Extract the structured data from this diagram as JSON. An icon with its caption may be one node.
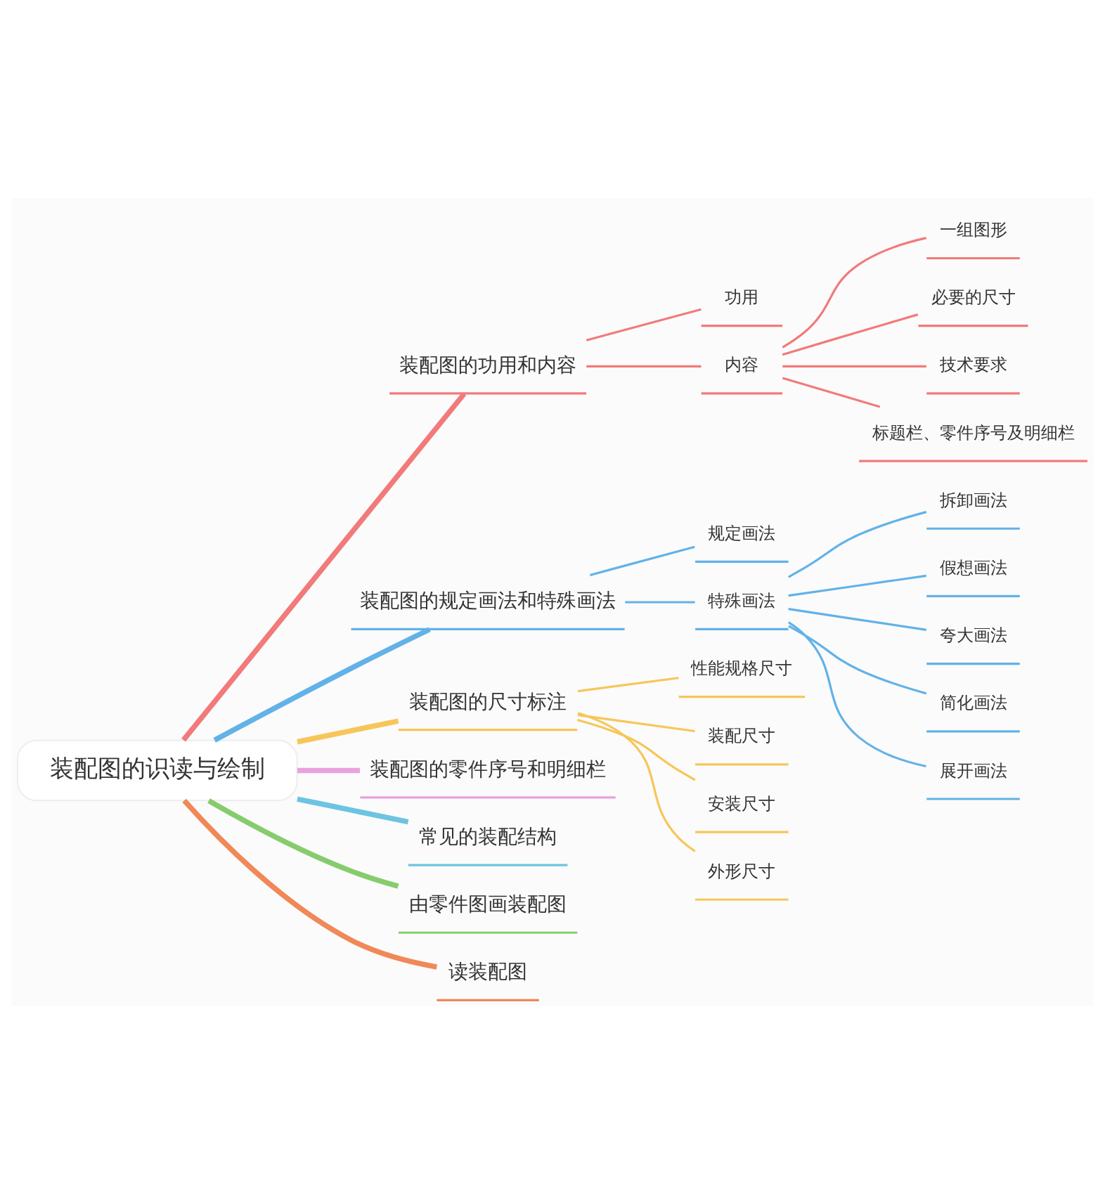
{
  "diagram": {
    "nodes": [
      {
        "text": [
          "装配图的识读与绘制"
        ]
      },
      {
        "text": [
          "装配图的功用和内容"
        ]
      },
      {
        "text": [
          "功用"
        ]
      },
      {
        "text": [
          "内容"
        ]
      },
      {
        "text": [
          "一组图形"
        ]
      },
      {
        "text": [
          "必要的尺寸"
        ]
      },
      {
        "text": [
          "技术要求"
        ]
      },
      {
        "text": [
          "标题栏、零件序号及明细栏"
        ]
      },
      {
        "text": [
          "装配图的规定画法和特殊画法"
        ]
      },
      {
        "text": [
          "规定画法"
        ]
      },
      {
        "text": [
          "特殊画法"
        ]
      },
      {
        "text": [
          "拆卸画法"
        ]
      },
      {
        "text": [
          "假想画法"
        ]
      },
      {
        "text": [
          "夸大画法"
        ]
      },
      {
        "text": [
          "简化画法"
        ]
      },
      {
        "text": [
          "展开画法"
        ]
      },
      {
        "text": [
          "装配图的尺寸标注"
        ]
      },
      {
        "text": [
          "性能规格尺寸"
        ]
      },
      {
        "text": [
          "装配尺寸"
        ]
      },
      {
        "text": [
          "安装尺寸"
        ]
      },
      {
        "text": [
          "外形尺寸"
        ]
      },
      {
        "text": [
          "装配图的零件序号和明细栏"
        ]
      },
      {
        "text": [
          "常见的装配结构"
        ]
      },
      {
        "text": [
          "由零件图画装配图"
        ]
      },
      {
        "text": [
          "读装配图"
        ]
      }
    ],
    "edges": [
      {
        "from": 0,
        "to": 1,
        "arrow": "none",
        "style": "thick",
        "color": "#f27a7a"
      },
      {
        "from": 1,
        "to": 2,
        "arrow": "none",
        "color": "#f27a7a"
      },
      {
        "from": 1,
        "to": 3,
        "arrow": "none",
        "color": "#f27a7a"
      },
      {
        "from": 3,
        "to": 4,
        "arrow": "none",
        "color": "#f27a7a"
      },
      {
        "from": 3,
        "to": 5,
        "arrow": "none",
        "color": "#f27a7a"
      },
      {
        "from": 3,
        "to": 6,
        "arrow": "none",
        "color": "#f27a7a"
      },
      {
        "from": 3,
        "to": 7,
        "arrow": "none",
        "color": "#f27a7a"
      },
      {
        "from": 0,
        "to": 8,
        "arrow": "none",
        "style": "thick",
        "color": "#62b2e8"
      },
      {
        "from": 8,
        "to": 9,
        "arrow": "none",
        "color": "#62b2e8"
      },
      {
        "from": 8,
        "to": 10,
        "arrow": "none",
        "color": "#62b2e8"
      },
      {
        "from": 10,
        "to": 11,
        "arrow": "none",
        "color": "#62b2e8"
      },
      {
        "from": 10,
        "to": 12,
        "arrow": "none",
        "color": "#62b2e8"
      },
      {
        "from": 10,
        "to": 13,
        "arrow": "none",
        "color": "#62b2e8"
      },
      {
        "from": 10,
        "to": 14,
        "arrow": "none",
        "color": "#62b2e8"
      },
      {
        "from": 10,
        "to": 15,
        "arrow": "none",
        "color": "#62b2e8"
      },
      {
        "from": 0,
        "to": 16,
        "arrow": "none",
        "style": "thick",
        "color": "#f7c65a"
      },
      {
        "from": 16,
        "to": 17,
        "arrow": "none",
        "color": "#f7c65a"
      },
      {
        "from": 16,
        "to": 18,
        "arrow": "none",
        "color": "#f7c65a"
      },
      {
        "from": 16,
        "to": 19,
        "arrow": "none",
        "color": "#f7c65a"
      },
      {
        "from": 16,
        "to": 20,
        "arrow": "none",
        "color": "#f7c65a"
      },
      {
        "from": 0,
        "to": 21,
        "arrow": "none",
        "style": "thick",
        "color": "#e8a2de"
      },
      {
        "from": 0,
        "to": 22,
        "arrow": "none",
        "style": "thick",
        "color": "#6cc4e2"
      },
      {
        "from": 0,
        "to": 23,
        "arrow": "none",
        "style": "thick",
        "color": "#86cc6e"
      },
      {
        "from": 0,
        "to": 24,
        "arrow": "none",
        "style": "thick",
        "color": "#f08858"
      }
    ]
  }
}
